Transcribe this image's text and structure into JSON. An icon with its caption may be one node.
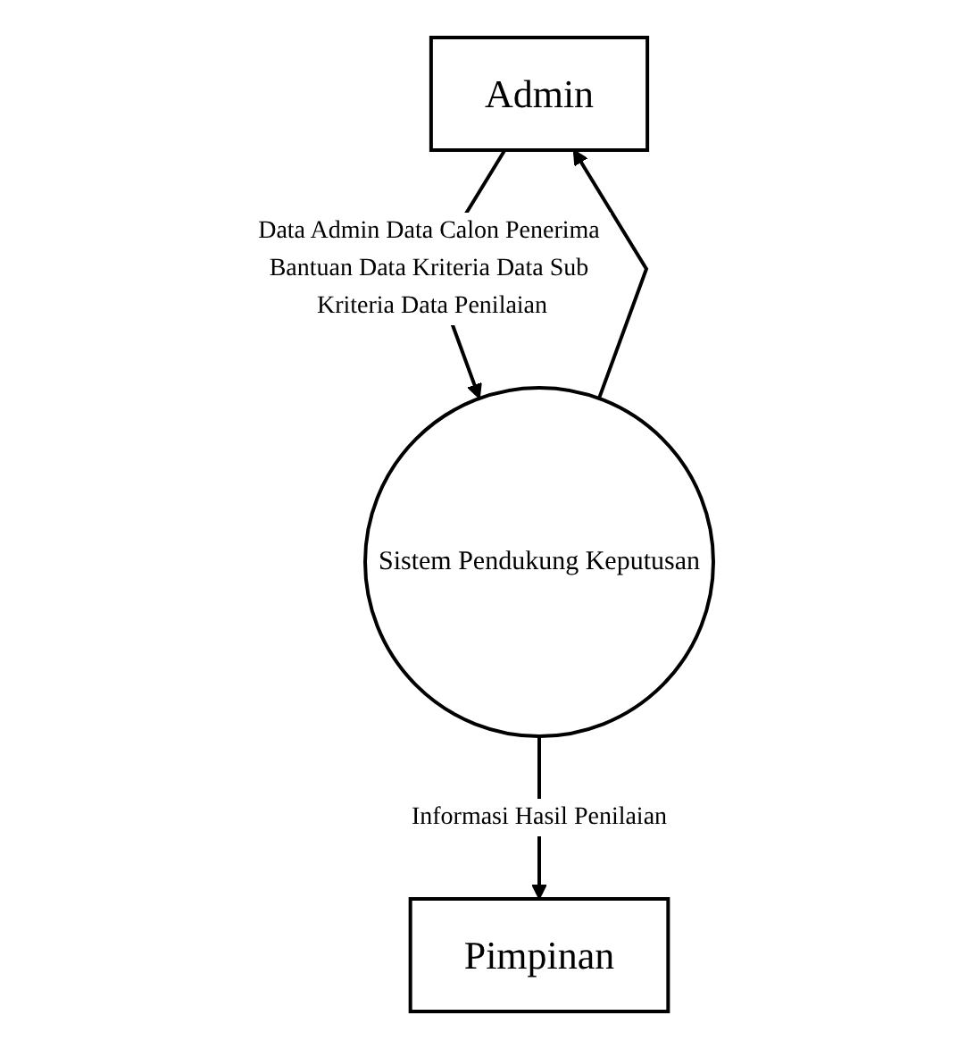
{
  "diagram": {
    "nodes": [
      {
        "text": [
          "Admin"
        ]
      },
      {
        "text": [
          "Sistem Pendukung Keputusan"
        ]
      },
      {
        "text": [
          "Pimpinan"
        ]
      }
    ],
    "edges": [
      {
        "from": 0,
        "to": 1,
        "arrow": "to",
        "label": "Data Admin Data Calon Penerima Bantuan Data Kriteria Data Sub Kriteria Data Penilaian"
      },
      {
        "from": 1,
        "to": 0,
        "arrow": "to"
      },
      {
        "from": 1,
        "to": 2,
        "arrow": "to",
        "label": "Informasi Hasil Penilaian"
      }
    ]
  }
}
